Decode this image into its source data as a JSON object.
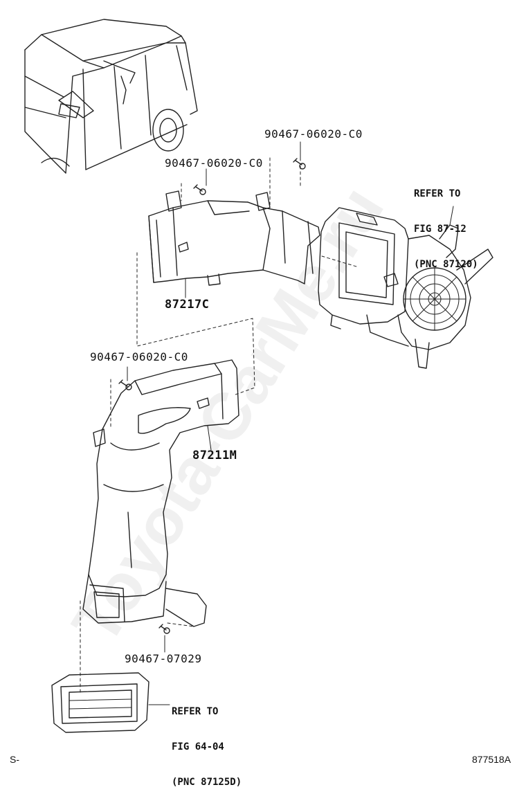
{
  "parts": {
    "screw_top_right": "90467-06020-C0",
    "screw_top_left": "90467-06020-C0",
    "screw_middle": "90467-06020-C0",
    "screw_bottom": "90467-07029",
    "duct_upper": "87217C",
    "duct_lower": "87211M"
  },
  "references": {
    "blower": [
      "REFER TO",
      "FIG 87-12",
      "(PNC 87120)"
    ],
    "register": [
      "REFER TO",
      "FIG 64-04",
      "(PNC 87125D)"
    ]
  },
  "footer": {
    "left": "S-",
    "right": "877518A"
  },
  "watermark": "Toyota-CarMe.ru"
}
